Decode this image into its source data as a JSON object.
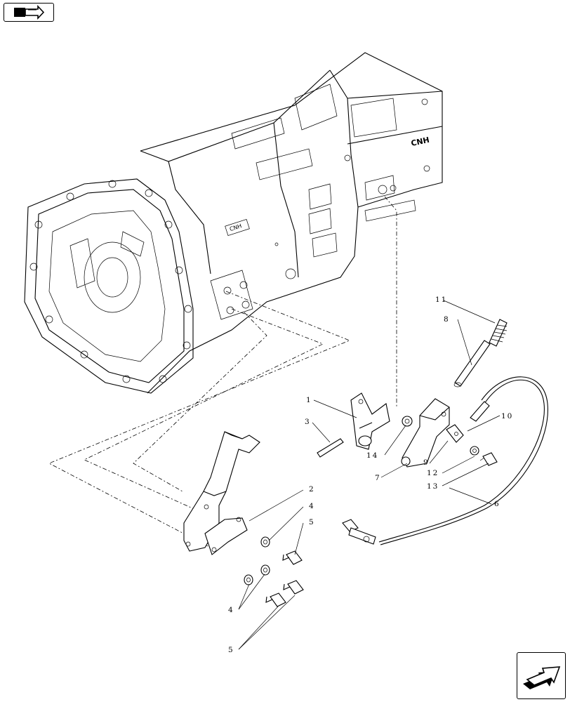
{
  "navigation": {
    "top_icon": "book-arrow-icon",
    "bottom_icon": "next-page-arrow-icon"
  },
  "housing": {
    "logo_text_side": "CNH",
    "logo_text_top": "CNH"
  },
  "callouts": {
    "c1": "1",
    "c2": "2",
    "c3": "3",
    "c4a": "4",
    "c4b": "4",
    "c5a": "5",
    "c5b": "5",
    "c6": "6",
    "c7": "7",
    "c8": "8",
    "c9": "9",
    "c10": "10",
    "c11": "11",
    "c12": "12",
    "c13": "13",
    "c14": "14"
  }
}
